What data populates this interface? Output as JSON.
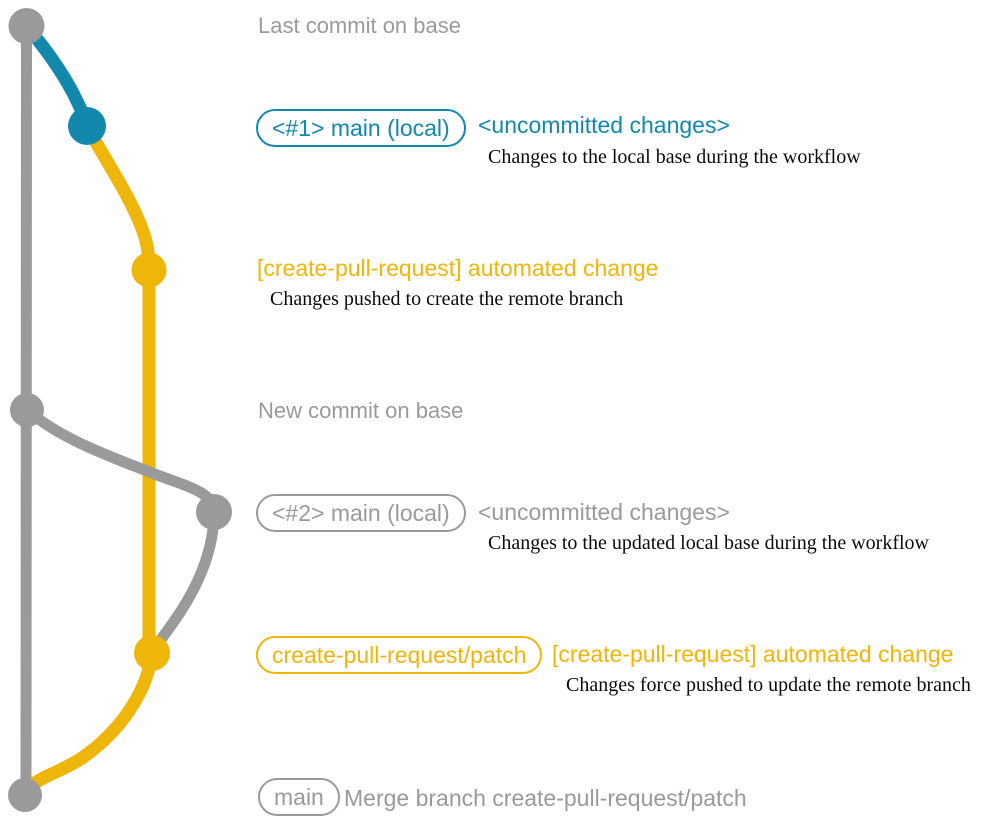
{
  "colors": {
    "teal": "#1289ac",
    "gold": "#eeb609",
    "gray": "#9a9a9a",
    "ink": "#0b0b0b",
    "background": "#ffffff"
  },
  "graph": {
    "branches": [
      {
        "name": "base",
        "color": "gray"
      },
      {
        "name": "main (local)",
        "color": "teal"
      },
      {
        "name": "create-pull-request/patch",
        "color": "gold"
      }
    ]
  },
  "rows": [
    {
      "heading": "Last commit on base"
    },
    {
      "pill": "<#1> main (local)",
      "title": "<uncommitted changes>",
      "note": "Changes to the local base during the workflow"
    },
    {
      "title": "[create-pull-request] automated change",
      "note": "Changes pushed to create the remote branch"
    },
    {
      "heading": "New commit on base"
    },
    {
      "pill": "<#2> main (local)",
      "title": "<uncommitted changes>",
      "note": "Changes to the updated local base during the workflow"
    },
    {
      "pill": "create-pull-request/patch",
      "title": "[create-pull-request] automated change",
      "note": "Changes force pushed to update the remote branch"
    },
    {
      "pill": "main",
      "title": "Merge branch create-pull-request/patch"
    }
  ]
}
